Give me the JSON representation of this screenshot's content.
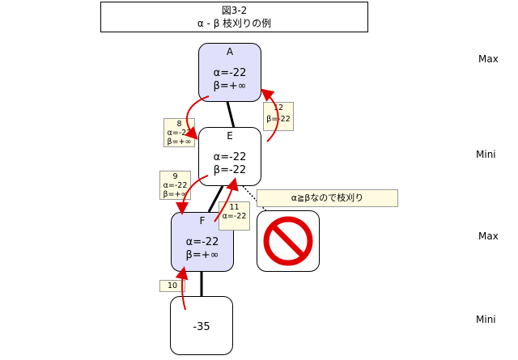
{
  "title": {
    "line1": "図3-2",
    "line2": "α - β 枝刈りの例"
  },
  "levels": [
    "Max",
    "Mini",
    "Max",
    "Mini"
  ],
  "nodes": {
    "A": {
      "name": "A",
      "alpha": "α=-22",
      "beta": "β=+∞"
    },
    "E": {
      "name": "E",
      "alpha": "α=-22",
      "beta": "β=-22"
    },
    "F": {
      "name": "F",
      "alpha": "α=-22",
      "beta": "β=+∞"
    },
    "leaf": {
      "value": "-35"
    }
  },
  "notes": {
    "n8": {
      "step": "8",
      "alpha": "α=-22",
      "beta": "β=+∞"
    },
    "n9": {
      "step": "9",
      "alpha": "α=-22",
      "beta": "β=+∞"
    },
    "n10": {
      "step": "10"
    },
    "n11": {
      "step": "11",
      "alpha": "α=-22"
    },
    "n12": {
      "step": "12",
      "beta": "β=-22"
    }
  },
  "prune_note": "α≧βなので枝刈り",
  "icons": {
    "prohibit": "prohibition-icon"
  },
  "colors": {
    "max_node": "#e0e0fa",
    "note_bg": "#fffbe0",
    "arrow": "#e00000"
  }
}
